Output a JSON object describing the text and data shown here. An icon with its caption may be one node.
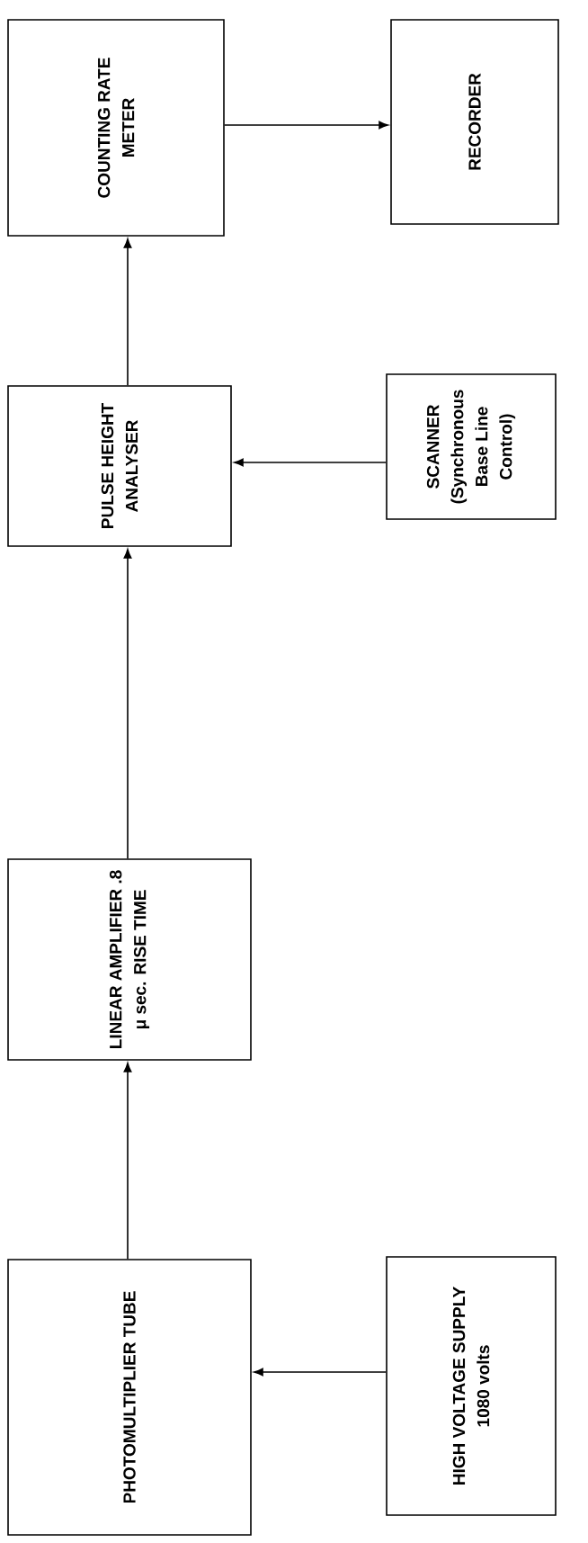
{
  "diagram": {
    "nodes": [
      {
        "text": [
          "PHOTOMULTIPLIER TUBE"
        ]
      },
      {
        "text": [
          "LINEAR AMPLIFIER .8 μ sec. RISE TIME"
        ]
      },
      {
        "text": [
          "PULSE HEIGHT ANALYSER"
        ]
      },
      {
        "text": [
          "COUNTING RATE METER"
        ]
      },
      {
        "text": [
          "HIGH VOLTAGE SUPPLY 1080 volts"
        ]
      },
      {
        "text": [
          "SCANNER (Synchronous Base Line Control)"
        ]
      },
      {
        "text": [
          "RECORDER"
        ]
      }
    ],
    "edges": [
      {
        "from": 4,
        "to": 0,
        "arrow": "to"
      },
      {
        "from": 0,
        "to": 1,
        "arrow": "to"
      },
      {
        "from": 1,
        "to": 2,
        "arrow": "to"
      },
      {
        "from": 2,
        "to": 3,
        "arrow": "to"
      },
      {
        "from": 5,
        "to": 2,
        "arrow": "to"
      },
      {
        "from": 3,
        "to": 6,
        "arrow": "to"
      }
    ]
  }
}
